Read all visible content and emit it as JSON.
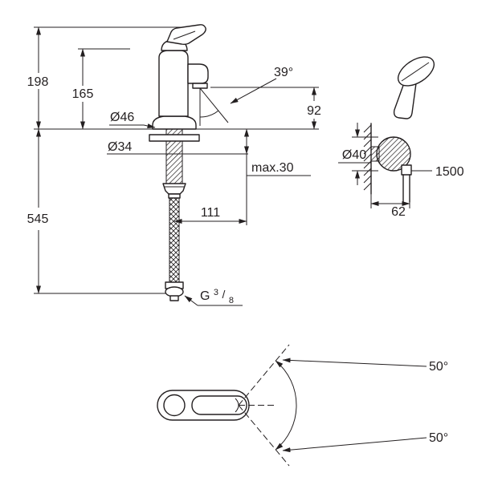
{
  "colors": {
    "line_color": "#231f20",
    "background": "#ffffff"
  },
  "labels": {
    "height_total": "198",
    "height_body": "165",
    "depth_total": "545",
    "dia_base": "Ø46",
    "dia_shank": "Ø34",
    "spout_angle": "39°",
    "spout_height": "92",
    "deck_max": "max.30",
    "reach": "111",
    "thread_g": "G",
    "thread_num": "3",
    "thread_slash": "/",
    "thread_den": "8",
    "dia_holder": "Ø40",
    "hose_length": "1500",
    "wall_offset": "62",
    "swivel_up": "50°",
    "swivel_down": "50°"
  }
}
